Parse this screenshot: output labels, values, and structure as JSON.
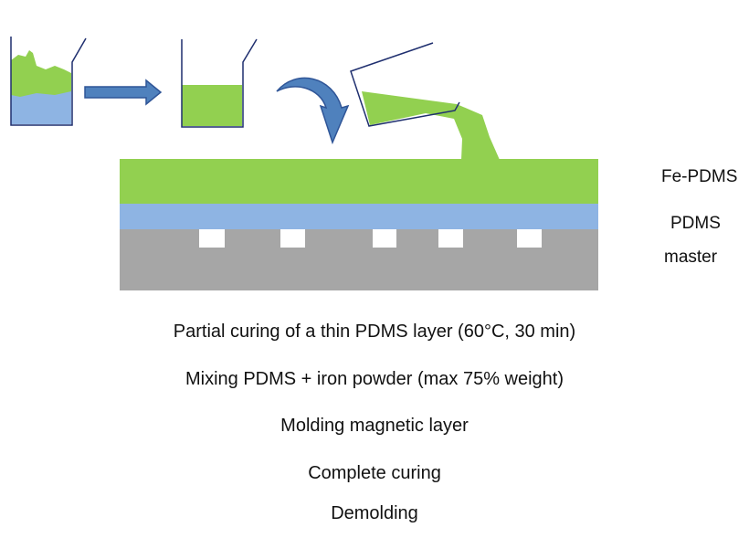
{
  "colors": {
    "green": "#92d050",
    "blue": "#8eb4e3",
    "gray": "#a6a6a6",
    "arrow_fill": "#4f81bd",
    "arrow_stroke": "#2f5597",
    "beaker_line": "#1f2f6f"
  },
  "labels": {
    "fe_pdms": "Fe-PDMS",
    "pdms": "PDMS",
    "master": "master"
  },
  "steps": [
    "Partial curing of a thin PDMS layer (60°C, 30 min)",
    "Mixing PDMS + iron powder (max 75% weight)",
    "Molding magnetic layer",
    "Complete curing",
    "Demolding"
  ]
}
